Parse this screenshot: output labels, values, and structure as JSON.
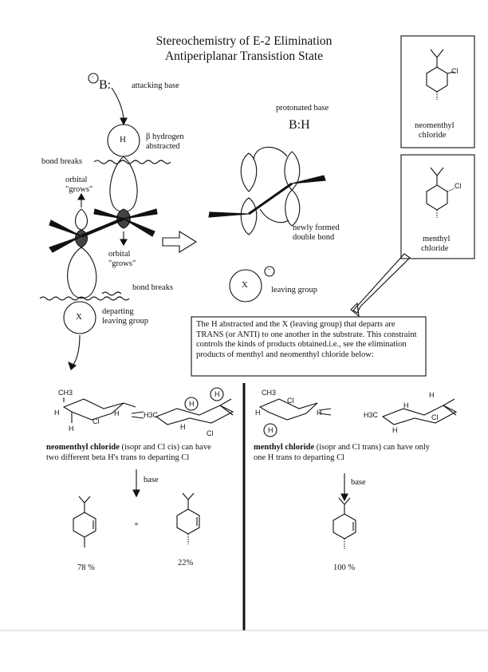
{
  "title": {
    "line1": "Stereochemistry of E-2 Elimination",
    "line2": "Antiperiplanar Transistion State"
  },
  "labels": {
    "base_symbol": "B:",
    "attacking_base": "attacking base",
    "h_atom": "H",
    "beta_hydrogen": "β hydrogen",
    "abstracted": "abstracted",
    "bond_breaks_top": "bond breaks",
    "orbital_grows_top_1": "orbital",
    "orbital_grows_top_2": "\"grows\"",
    "orbital_grows_bottom_1": "orbital",
    "orbital_grows_bottom_2": "\"grows\"",
    "bond_breaks_bottom": "bond breaks",
    "x_atom": "X",
    "departing": "departing",
    "leaving_group": "leaving group",
    "protonated_base": "protonated base",
    "bh": "B:H",
    "newly_formed": "newly formed",
    "double_bond": "double bond",
    "leaving_group_right": "leaving group",
    "minus": "−"
  },
  "side_boxes": {
    "neomenthyl_1": "neomenthyl",
    "neomenthyl_2": "chloride",
    "menthyl_1": "menthyl",
    "menthyl_2": "chloride",
    "cl": "Cl"
  },
  "note_box": "The H abstracted and the X (leaving group) that departs are TRANS (or ANTI) to one another in the substrate. This constraint controls the kinds of products obtained.i.e., see the elimination products of menthyl and neomenthyl chloride below:",
  "left_panel": {
    "ch3": "CH3",
    "h": "H",
    "cl": "Cl",
    "h3c": "H3C",
    "desc_bold": "neomenthyl chloride",
    "desc_rest": " (isopr and Cl cis) can have",
    "desc_line2": "two different beta H's trans to departing Cl",
    "base": "base",
    "plus": "+",
    "yield_1": "78 %",
    "yield_2": "22%"
  },
  "right_panel": {
    "ch3": "CH3",
    "h": "H",
    "cl": "Cl",
    "h3c": "H3C",
    "desc_bold": "menthyl chloride",
    "desc_rest": " (isopr and Cl trans) can have only",
    "desc_line2": "one H trans to departing Cl",
    "base": "base",
    "yield_1": "100 %"
  }
}
